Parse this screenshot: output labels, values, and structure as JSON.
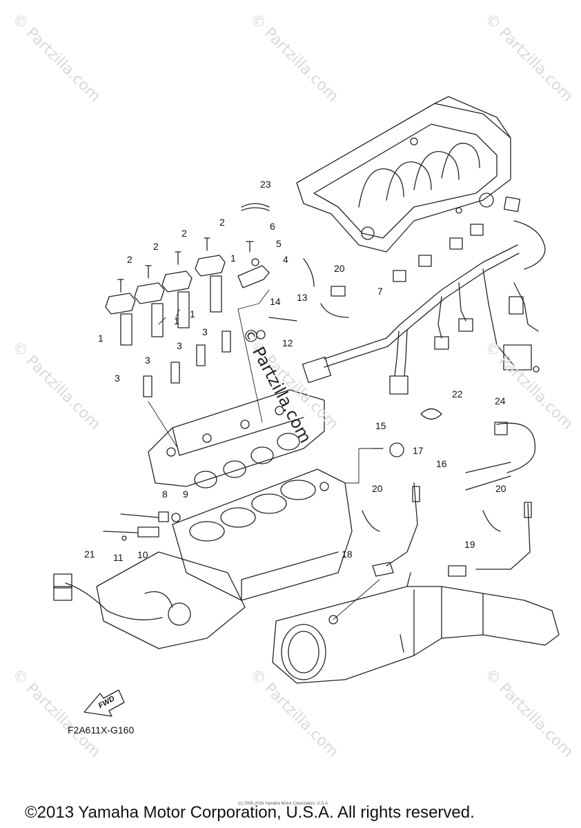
{
  "watermarks": [
    "© Partzilla.com",
    "© Partzilla.com",
    "© Partzilla.com",
    "© Partzilla.com",
    "© Partzilla.com",
    "© Partzilla.com",
    "© Partzilla.com",
    "© Partzilla.com",
    "© Partzilla.com"
  ],
  "center_watermark": "© Partzilla.com",
  "callouts": {
    "c1a": "1",
    "c1b": "1",
    "c1c": "1",
    "c1d": "1",
    "c2a": "2",
    "c2b": "2",
    "c2c": "2",
    "c2d": "2",
    "c3a": "3",
    "c3b": "3",
    "c3c": "3",
    "c3d": "3",
    "c4": "4",
    "c5": "5",
    "c6": "6",
    "c7": "7",
    "c8": "8",
    "c9": "9",
    "c10": "10",
    "c11": "11",
    "c12": "12",
    "c13": "13",
    "c14": "14",
    "c15": "15",
    "c16": "16",
    "c17": "17",
    "c18": "18",
    "c19": "19",
    "c20a": "20",
    "c20b": "20",
    "c20c": "20",
    "c21": "21",
    "c22": "22",
    "c23": "23",
    "c24": "24"
  },
  "fwd_label": "FWD",
  "diagram_code": "F2A611X-G160",
  "tiny_text": "(c) 2005-2016 Yamaha Motor Corporation, U.S.A.",
  "copyright": "©2013 Yamaha Motor Corporation, U.S.A. All rights reserved."
}
